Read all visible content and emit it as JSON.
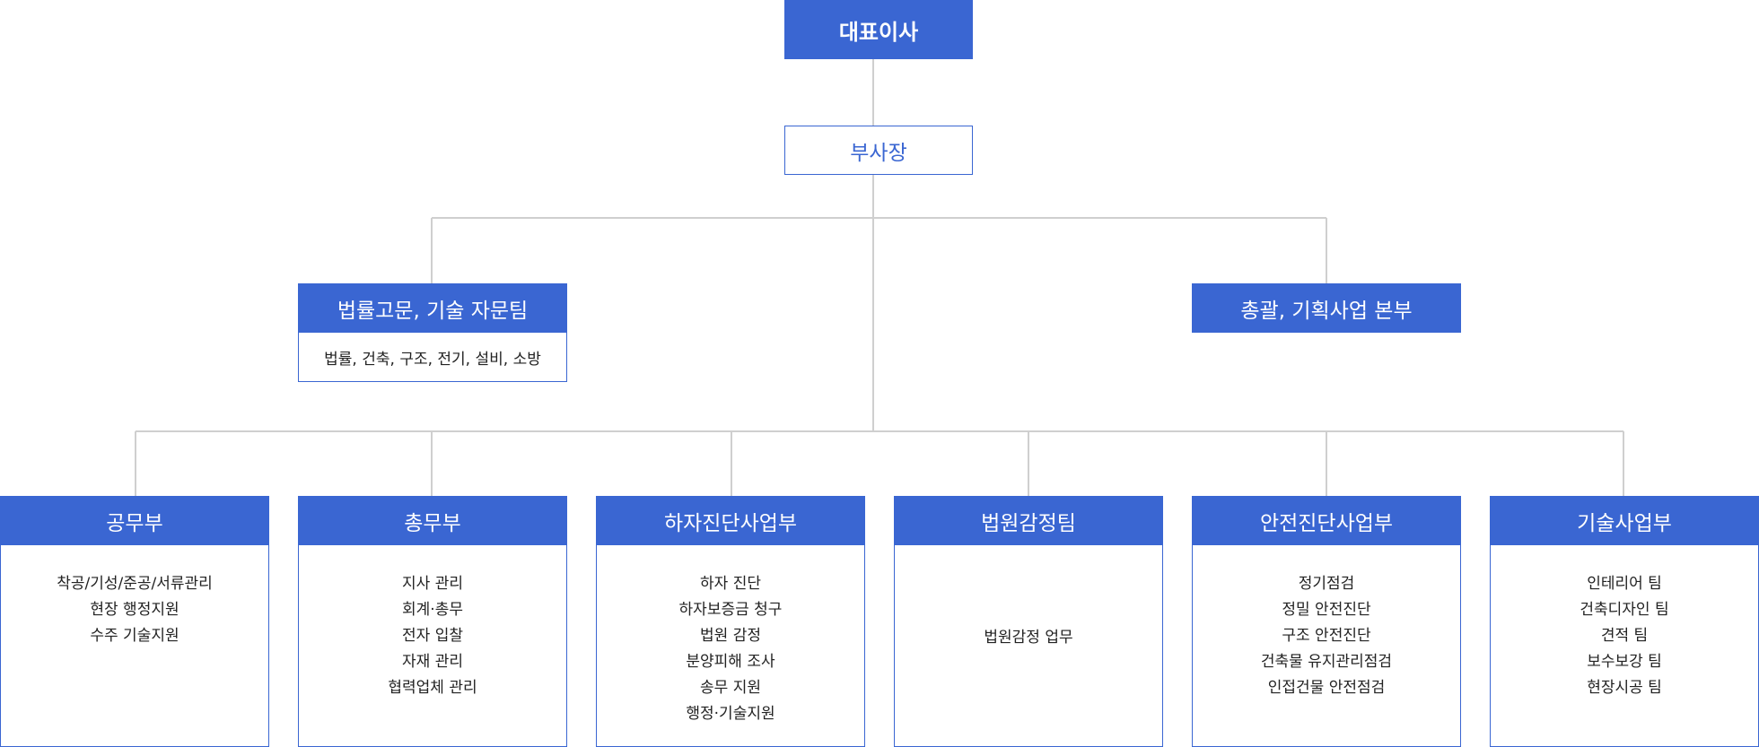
{
  "ceo": {
    "label": "대표이사"
  },
  "vp": {
    "label": "부사장"
  },
  "advisory": {
    "title": "법률고문, 기술 자문팀",
    "members": "법률, 건축, 구조, 전기, 설비, 소방"
  },
  "planning": {
    "title": "총괄, 기획사업 본부"
  },
  "departments": [
    {
      "title": "공무부",
      "items": [
        "착공/기성/준공/서류관리",
        "현장 행정지원",
        "수주 기술지원"
      ]
    },
    {
      "title": "총무부",
      "items": [
        "지사 관리",
        "회계·총무",
        "전자 입찰",
        "자재 관리",
        "협력업체 관리"
      ]
    },
    {
      "title": "하자진단사업부",
      "items": [
        "하자 진단",
        "하자보증금 청구",
        "법원 감정",
        "분양피해 조사",
        "송무 지원",
        "행정·기술지원"
      ]
    },
    {
      "title": "법원감정팀",
      "items": [
        "법원감정 업무"
      ]
    },
    {
      "title": "안전진단사업부",
      "items": [
        "정기점검",
        "정밀 안전진단",
        "구조 안전진단",
        "건축물 유지관리점검",
        "인접건물 안전점검"
      ]
    },
    {
      "title": "기술사업부",
      "items": [
        "인테리어 팀",
        "건축디자인 팀",
        "견적 팀",
        "보수보강 팀",
        "현장시공 팀"
      ]
    }
  ],
  "colors": {
    "accent": "#3a66d2",
    "connector": "#cfcfcf",
    "text": "#222222"
  }
}
